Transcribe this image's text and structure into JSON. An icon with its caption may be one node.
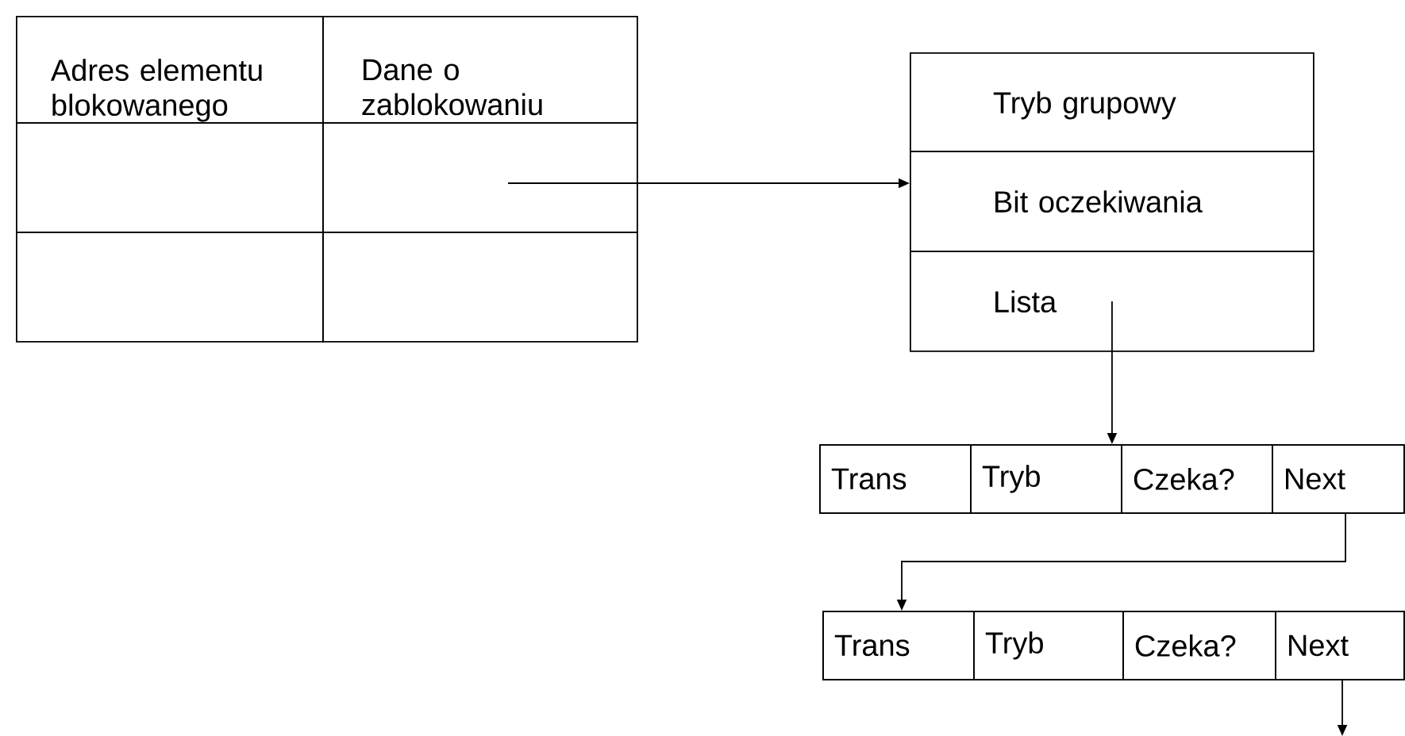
{
  "diagram": {
    "nodes": [
      {
        "text": [
          "Adres elementu blokowanego"
        ]
      },
      {
        "text": [
          "Dane o zablokowaniu"
        ]
      },
      {
        "text": [],
        "shape": "box"
      },
      {
        "text": [],
        "shape": "box"
      },
      {
        "text": [],
        "shape": "box"
      },
      {
        "text": [],
        "shape": "box"
      },
      {
        "text": [
          "Tryb grupowy"
        ]
      },
      {
        "text": [
          "Bit oczekiwania"
        ]
      },
      {
        "text": [
          "Lista"
        ]
      },
      {
        "text": [],
        "shape": "box"
      },
      {
        "text": [
          "Trans"
        ],
        "in": 9
      },
      {
        "text": [
          "Tryb"
        ],
        "in": 9
      },
      {
        "text": [
          "Czeka?"
        ],
        "in": 9
      },
      {
        "text": [
          "Next"
        ],
        "in": 9
      },
      {
        "text": [],
        "shape": "box"
      },
      {
        "text": [
          "Trans"
        ],
        "in": 14
      },
      {
        "text": [
          "Tryb"
        ],
        "in": 14
      },
      {
        "text": [
          "Czeka?"
        ],
        "in": 14
      },
      {
        "text": [
          "Next"
        ],
        "in": 14
      }
    ],
    "edges": [
      {
        "from": 3,
        "to": 7,
        "arrow": "to"
      },
      {
        "from": 8,
        "to": 9,
        "arrow": "to"
      },
      {
        "from": 13,
        "to": 14,
        "arrow": "to"
      },
      {
        "from": 18,
        "to": null,
        "arrow": "to"
      }
    ]
  }
}
